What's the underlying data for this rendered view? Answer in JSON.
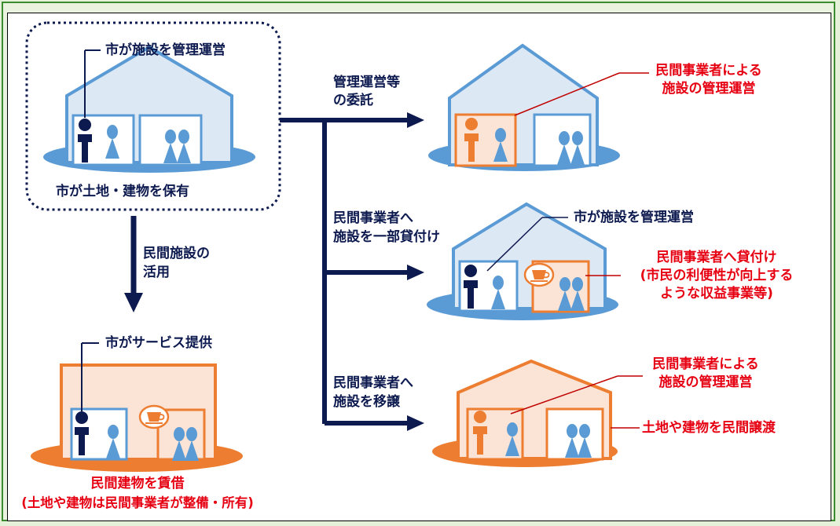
{
  "left_top": {
    "manage_label": "市が施設を管理運営",
    "owns_label": "市が土地・建物を保有"
  },
  "down_branch": {
    "label_line1": "民間施設の",
    "label_line2": "活用"
  },
  "left_bottom": {
    "service_label": "市がサービス提供",
    "rent_label": "民間建物を賃借",
    "rent_note": "(土地や建物は民間事業者が整備・所有)"
  },
  "branch1": {
    "label_line1": "管理運営等",
    "label_line2": "の委託",
    "note_line1": "民間事業者による",
    "note_line2": "施設の管理運営"
  },
  "branch2": {
    "label_line1": "民間事業者へ",
    "label_line2": "施設を一部貸付け",
    "manage_label": "市が施設を管理運営",
    "note_line1": "民間事業者へ貸付け",
    "note_line2": "(市民の利便性が向上する",
    "note_line3": "ような収益事業等)"
  },
  "branch3": {
    "label_line1": "民間事業者へ",
    "label_line2": "施設を移譲",
    "note_line1": "民間事業者による",
    "note_line2": "施設の管理運営",
    "transfer_label": "土地や建物を民間譲渡"
  },
  "colors": {
    "navy": "#0d1a4f",
    "red": "#e60012",
    "blue": "#5b9bd5",
    "light_blue": "#dde8f5",
    "orange": "#ed7d31",
    "light_orange": "#fbe4d5",
    "frame_green": "#3a8c2e"
  }
}
